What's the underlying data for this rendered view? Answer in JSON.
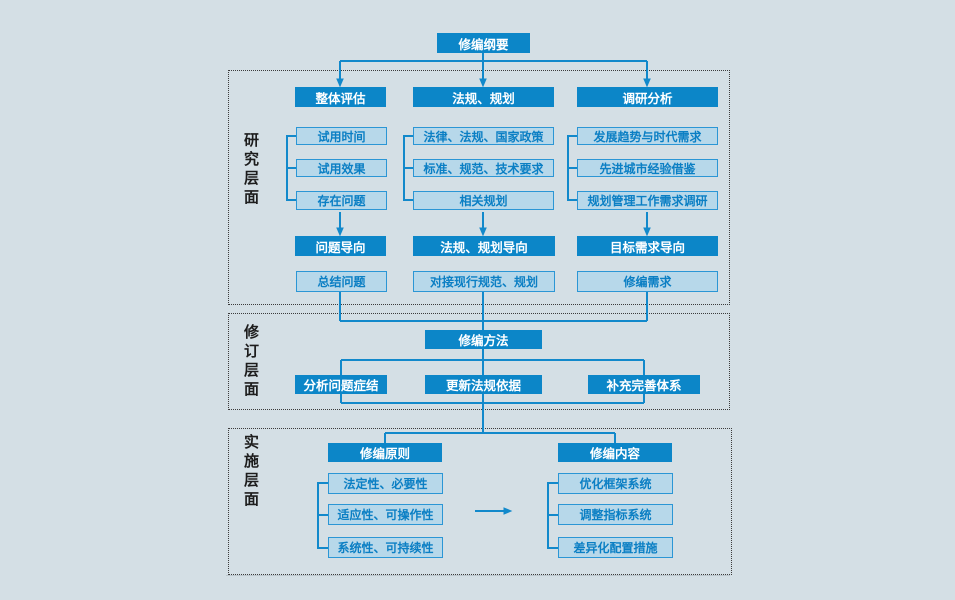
{
  "root": "修编纲要",
  "s1": {
    "label": "研究层面",
    "headers": [
      "整体评估",
      "法规、规划",
      "调研分析"
    ],
    "col1": [
      "试用时间",
      "试用效果",
      "存在问题"
    ],
    "col2": [
      "法律、法规、国家政策",
      "标准、规范、技术要求",
      "相关规划"
    ],
    "col3": [
      "发展趋势与时代需求",
      "先进城市经验借鉴",
      "规划管理工作需求调研"
    ],
    "directives": [
      "问题导向",
      "法规、规划导向",
      "目标需求导向"
    ],
    "results": [
      "总结问题",
      "对接现行规范、规划",
      "修编需求"
    ]
  },
  "s2": {
    "label": "修订层面",
    "method": "修编方法",
    "items": [
      "分析问题症结",
      "更新法规依据",
      "补充完善体系"
    ]
  },
  "s3": {
    "label": "实施层面",
    "left_header": "修编原则",
    "left_items": [
      "法定性、必要性",
      "适应性、可操作性",
      "系统性、可持续性"
    ],
    "right_header": "修编内容",
    "right_items": [
      "优化框架系统",
      "调整指标系统",
      "差异化配置措施"
    ]
  },
  "colors": {
    "background": "#d4dfe5",
    "dark_box_fill": "#0c86c8",
    "dark_box_text": "#ffffff",
    "light_box_fill": "#b7d8ea",
    "light_box_border": "#2b96d5",
    "light_box_text": "#0b7fc4",
    "connector": "#1289cb",
    "section_border": "#3b3b3b",
    "section_label_text": "#1d1d1d"
  }
}
